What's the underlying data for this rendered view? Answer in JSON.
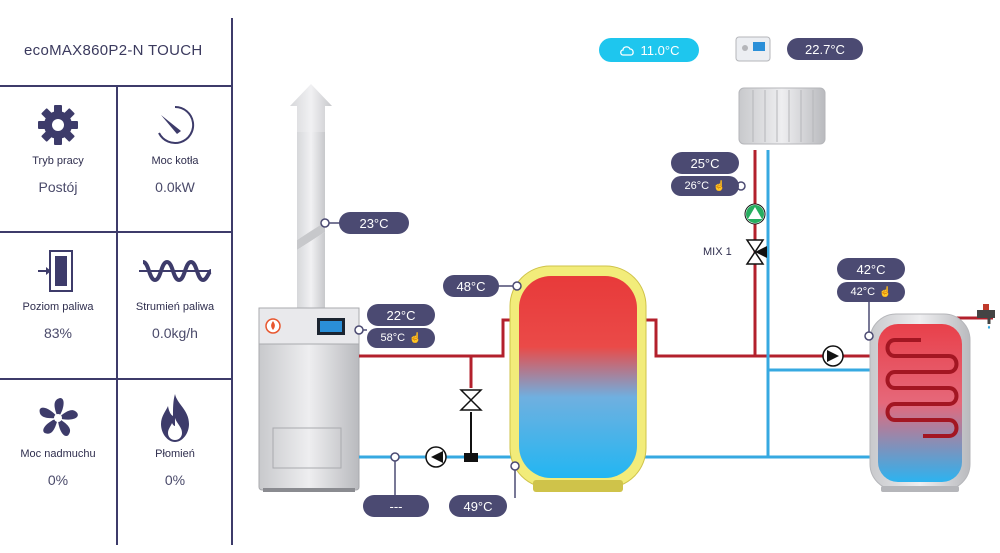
{
  "panel": {
    "title": "ecoMAX860P2-N TOUCH",
    "tiles": [
      {
        "label": "Tryb pracy",
        "value": "Postój",
        "icon": "gear-icon"
      },
      {
        "label": "Moc kotła",
        "value": "0.0kW",
        "icon": "gauge-icon"
      },
      {
        "label": "Poziom paliwa",
        "value": "83%",
        "icon": "fuel-level-icon"
      },
      {
        "label": "Strumień paliwa",
        "value": "0.0kg/h",
        "icon": "auger-icon"
      },
      {
        "label": "Moc nadmuchu",
        "value": "0%",
        "icon": "fan-icon"
      },
      {
        "label": "Płomień",
        "value": "0%",
        "icon": "flame-icon"
      }
    ]
  },
  "diagram": {
    "outdoor_temp": "11.0°C",
    "room_temp": "22.7°C",
    "flue_temp": "23°C",
    "boiler_temp": "22°C",
    "boiler_setpoint": "58°C",
    "buffer_top_temp": "48°C",
    "buffer_bottom_temp": "49°C",
    "return_temp": "---",
    "mixer_temp": "25°C",
    "mixer_setpoint": "26°C",
    "mixer_label": "MIX 1",
    "dhw_temp": "42°C",
    "dhw_setpoint": "42°C",
    "colors": {
      "hot_pipe": "#b3202c",
      "cold_pipe": "#36a9e1",
      "pill": "#4b4a72",
      "weather": "#1ec6ee",
      "pump_active": "#27ae60"
    }
  }
}
